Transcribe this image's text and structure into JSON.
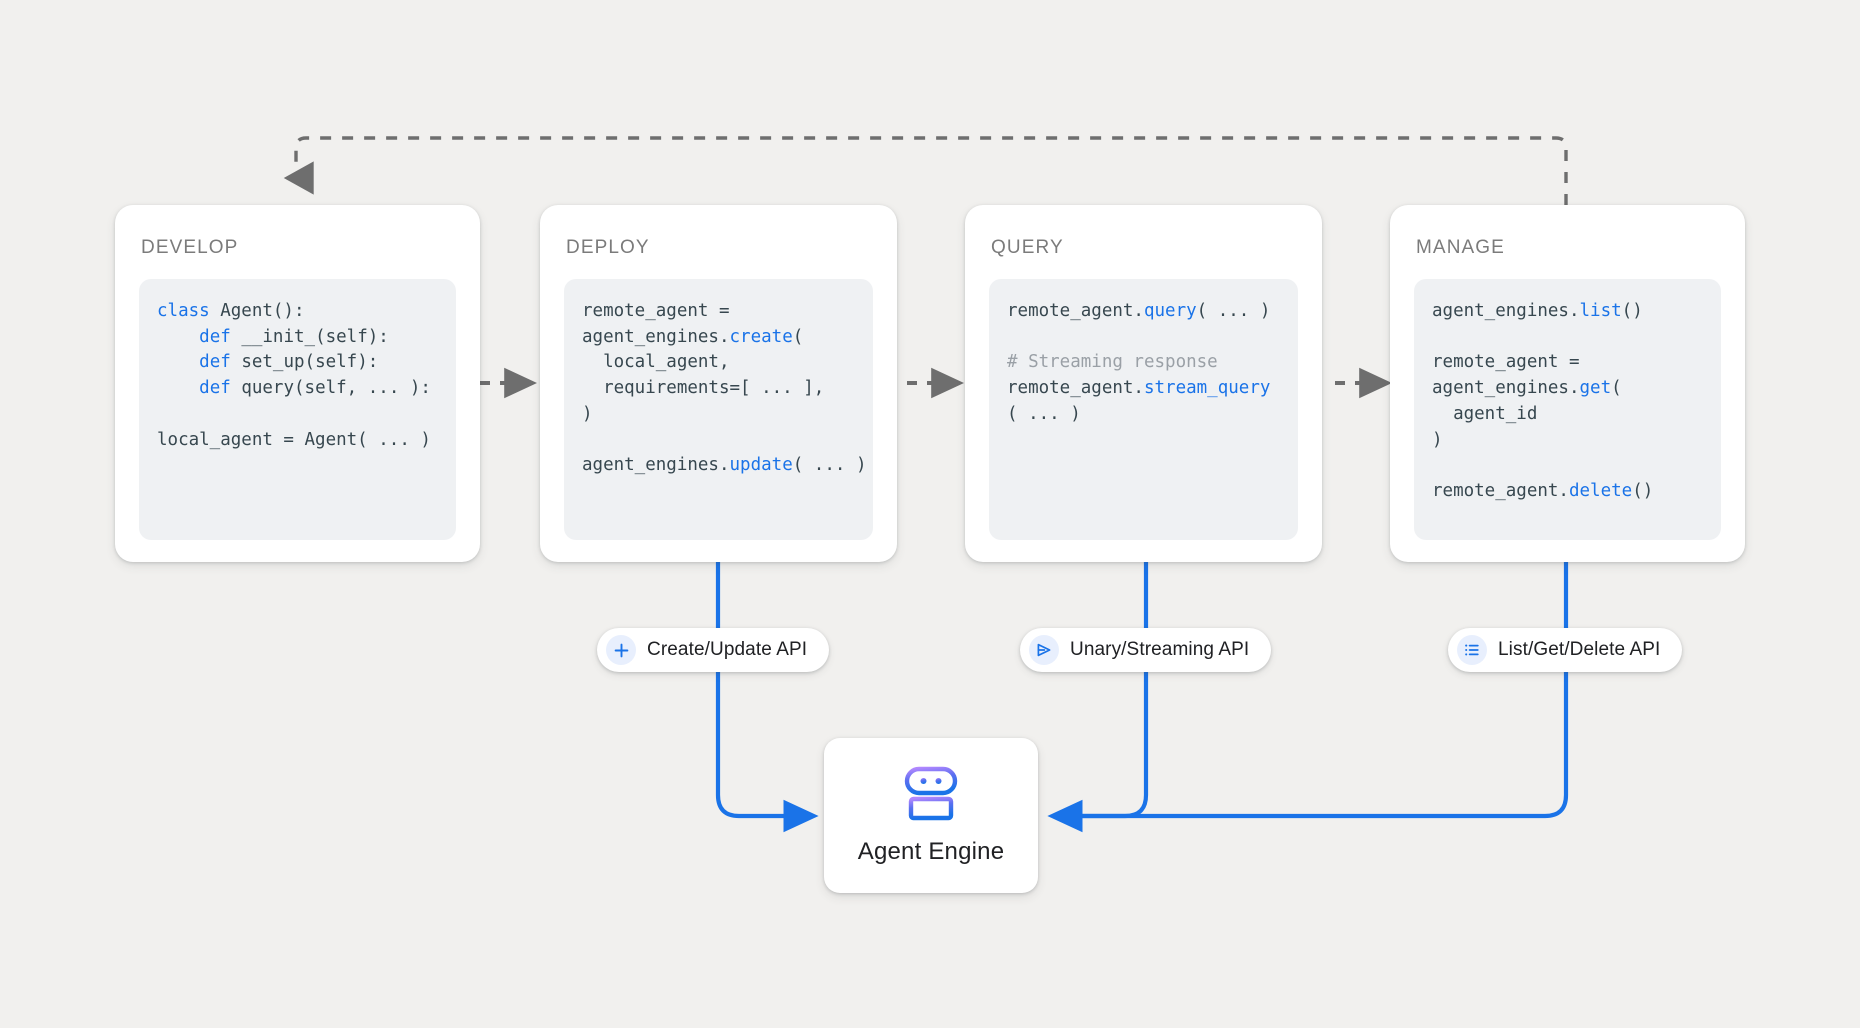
{
  "canvas": {
    "background": "#f1f0ee",
    "accent_blue": "#1a73e8",
    "flow_arrow_gray": "#6e6e6e",
    "code_bg": "#eff1f3"
  },
  "stages": [
    {
      "title": "DEVELOP",
      "code": [
        [
          {
            "t": "class ",
            "c": "kw"
          },
          {
            "t": "Agent():",
            "c": ""
          }
        ],
        [
          {
            "t": "    ",
            "c": ""
          },
          {
            "t": "def ",
            "c": "kw"
          },
          {
            "t": "__init_(self):",
            "c": ""
          }
        ],
        [
          {
            "t": "    ",
            "c": ""
          },
          {
            "t": "def ",
            "c": "kw"
          },
          {
            "t": "set_up(self):",
            "c": ""
          }
        ],
        [
          {
            "t": "    ",
            "c": ""
          },
          {
            "t": "def ",
            "c": "kw"
          },
          {
            "t": "query(self, ... ):",
            "c": ""
          }
        ],
        [
          {
            "t": "",
            "c": ""
          }
        ],
        [
          {
            "t": "local_agent = Agent( ... )",
            "c": ""
          }
        ]
      ]
    },
    {
      "title": "DEPLOY",
      "code": [
        [
          {
            "t": "remote_agent =",
            "c": ""
          }
        ],
        [
          {
            "t": "agent_engines.",
            "c": ""
          },
          {
            "t": "create",
            "c": "fn"
          },
          {
            "t": "(",
            "c": ""
          }
        ],
        [
          {
            "t": "  local_agent,",
            "c": ""
          }
        ],
        [
          {
            "t": "  requirements=[ ... ],",
            "c": ""
          }
        ],
        [
          {
            "t": ")",
            "c": ""
          }
        ],
        [
          {
            "t": "",
            "c": ""
          }
        ],
        [
          {
            "t": "agent_engines.",
            "c": ""
          },
          {
            "t": "update",
            "c": "fn"
          },
          {
            "t": "( ... )",
            "c": ""
          }
        ]
      ]
    },
    {
      "title": "QUERY",
      "code": [
        [
          {
            "t": "remote_agent.",
            "c": ""
          },
          {
            "t": "query",
            "c": "fn"
          },
          {
            "t": "( ... )",
            "c": ""
          }
        ],
        [
          {
            "t": "",
            "c": ""
          }
        ],
        [
          {
            "t": "# Streaming response",
            "c": "cmt"
          }
        ],
        [
          {
            "t": "remote_agent.",
            "c": ""
          },
          {
            "t": "stream_query",
            "c": "fn"
          }
        ],
        [
          {
            "t": "( ... )",
            "c": ""
          }
        ]
      ]
    },
    {
      "title": "MANAGE",
      "code": [
        [
          {
            "t": "agent_engines.",
            "c": ""
          },
          {
            "t": "list",
            "c": "fn"
          },
          {
            "t": "()",
            "c": ""
          }
        ],
        [
          {
            "t": "",
            "c": ""
          }
        ],
        [
          {
            "t": "remote_agent =",
            "c": ""
          }
        ],
        [
          {
            "t": "agent_engines.",
            "c": ""
          },
          {
            "t": "get",
            "c": "fn"
          },
          {
            "t": "(",
            "c": ""
          }
        ],
        [
          {
            "t": "  agent_id",
            "c": ""
          }
        ],
        [
          {
            "t": ")",
            "c": ""
          }
        ],
        [
          {
            "t": "",
            "c": ""
          }
        ],
        [
          {
            "t": "remote_agent.",
            "c": ""
          },
          {
            "t": "delete",
            "c": "fn"
          },
          {
            "t": "()",
            "c": ""
          }
        ]
      ]
    }
  ],
  "api_pills": [
    {
      "label": "Create/Update API",
      "icon": "plus-icon"
    },
    {
      "label": "Unary/Streaming API",
      "icon": "send-icon"
    },
    {
      "label": "List/Get/Delete API",
      "icon": "list-icon"
    }
  ],
  "engine": {
    "label": "Agent Engine",
    "icon": "robot-icon"
  },
  "connectors": {
    "feedback_note": "dashed gray loop from MANAGE back to DEVELOP",
    "stage_flow_note": "dashed gray arrows DEVELOP → DEPLOY → QUERY → MANAGE"
  }
}
